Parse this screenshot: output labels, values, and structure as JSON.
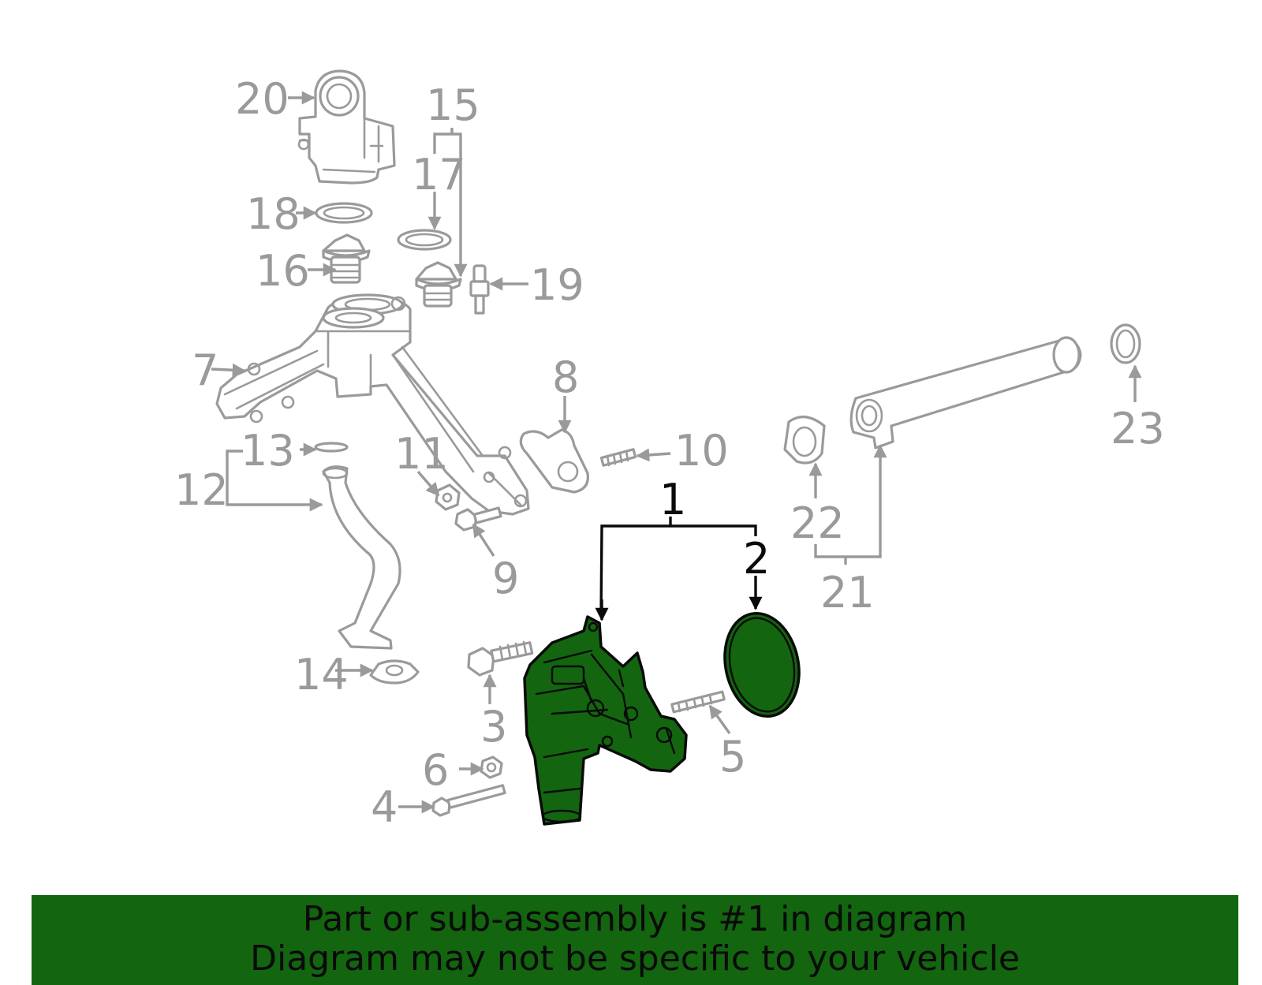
{
  "callouts": {
    "c1": "1",
    "c2": "2",
    "c3": "3",
    "c4": "4",
    "c5": "5",
    "c6": "6",
    "c7": "7",
    "c8": "8",
    "c9": "9",
    "c10": "10",
    "c11": "11",
    "c12": "12",
    "c13": "13",
    "c14": "14",
    "c15": "15",
    "c16": "16",
    "c17": "17",
    "c18": "18",
    "c19": "19",
    "c20": "20",
    "c21": "21",
    "c22": "22",
    "c23": "23"
  },
  "highlighted_parts": [
    "1",
    "2"
  ],
  "colors": {
    "highlight": "#13650f",
    "part_outline": "#9a9a9a",
    "highlight_outline": "#0a0a0a"
  },
  "banner": {
    "line1": "Part or sub-assembly is #1 in diagram",
    "line2": "Diagram may not be specific to your vehicle"
  }
}
